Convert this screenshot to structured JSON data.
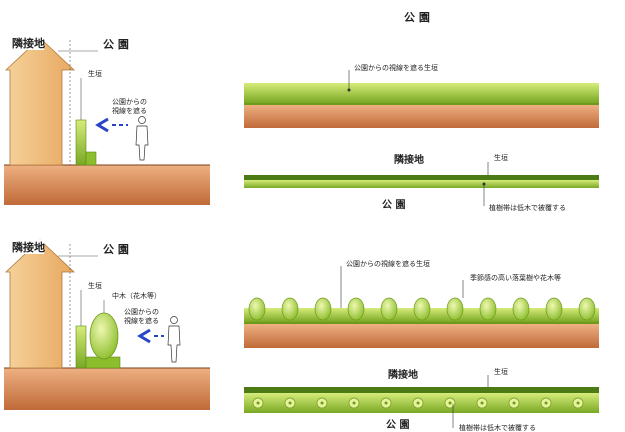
{
  "top_left_section": {
    "neighbor_label": "隣接地",
    "park_label": "公 園",
    "hedge_label": "生垣",
    "view_block_label_line1": "公園からの",
    "view_block_label_line2": "視線を遮る"
  },
  "bottom_left_section": {
    "neighbor_label": "隣接地",
    "park_label": "公 園",
    "hedge_label": "生垣",
    "shrub_label": "中木（花木等）",
    "view_block_label_line1": "公園からの",
    "view_block_label_line2": "視線を遮る"
  },
  "plan1": {
    "park_label": "公 園",
    "hedge_callout": "公園からの視線を遮る生垣"
  },
  "plan2": {
    "neighbor_label": "隣接地",
    "hedge_label": "生垣",
    "park_label": "公 園",
    "ground_cover_note": "植樹帯は低木で被覆する"
  },
  "plan3": {
    "hedge_callout": "公園からの視線を遮る生垣",
    "tree_callout": "季節感の高い落葉樹や花木等"
  },
  "plan4": {
    "neighbor_label": "隣接地",
    "hedge_label": "生垣",
    "park_label": "公 園",
    "ground_cover_note": "植樹帯は低木で被覆する"
  },
  "colors": {
    "ground_top": "#e8a070",
    "ground_bottom": "#c46b3a",
    "building": "#f2c283",
    "hedge_light": "#b7d84a",
    "hedge_dark": "#6e9a1c",
    "hedge_strip": "#3d6b10",
    "arrow": "#2a44c8"
  }
}
